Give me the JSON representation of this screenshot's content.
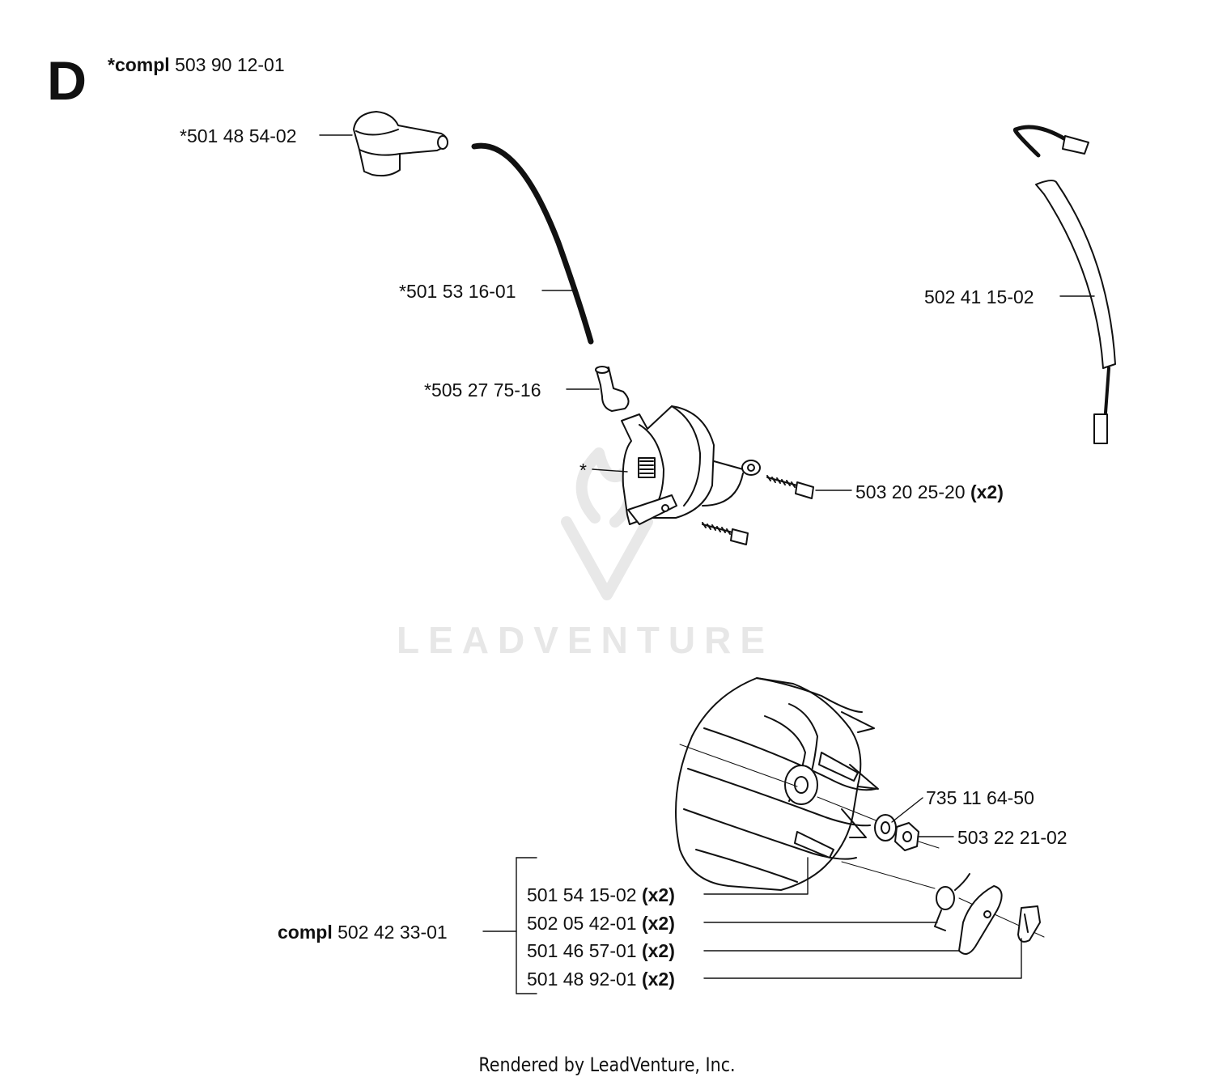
{
  "section": {
    "letter": "D"
  },
  "assembly_top": {
    "prefix": "*compl",
    "number": "503 90 12-01"
  },
  "parts": [
    {
      "id": "spark-plug-cap",
      "number": "*501 48 54-02",
      "qty": ""
    },
    {
      "id": "ignition-lead",
      "number": "*501 53 16-01",
      "qty": ""
    },
    {
      "id": "connector",
      "number": "*505 27 75-16",
      "qty": ""
    },
    {
      "id": "ignition-module",
      "number": "*",
      "qty": ""
    },
    {
      "id": "module-screw",
      "number": "503 20 25-20",
      "qty": "(x2)"
    },
    {
      "id": "short-circuit-cable",
      "number": "502 41 15-02",
      "qty": ""
    },
    {
      "id": "washer",
      "number": "735 11 64-50",
      "qty": ""
    },
    {
      "id": "nut",
      "number": "503 22 21-02",
      "qty": ""
    },
    {
      "id": "flywheel-pawl-pin",
      "number": "501 54 15-02",
      "qty": "(x2)"
    },
    {
      "id": "spring",
      "number": "502 05 42-01",
      "qty": "(x2)"
    },
    {
      "id": "pawl",
      "number": "501 46 57-01",
      "qty": "(x2)"
    },
    {
      "id": "clip",
      "number": "501 48 92-01",
      "qty": "(x2)"
    }
  ],
  "assembly_bottom": {
    "prefix": "compl",
    "number": "502 42 33-01"
  },
  "watermark": "LEADVENTURE",
  "footer": "Rendered by LeadVenture, Inc."
}
